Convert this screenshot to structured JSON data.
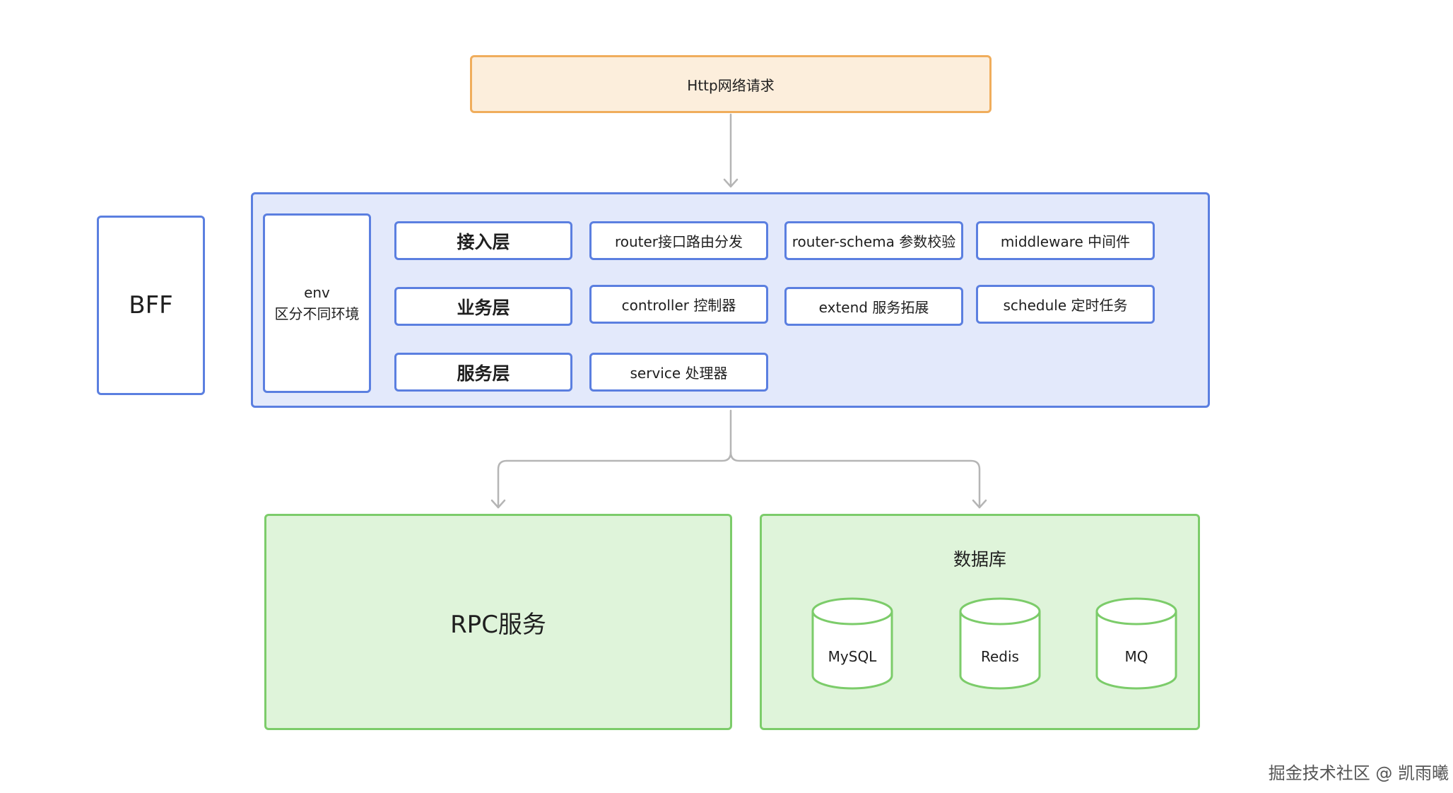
{
  "http_box": {
    "label": "Http网络请求"
  },
  "bff_label": "BFF",
  "env_box": {
    "line1": "env",
    "line2": "区分不同环境"
  },
  "layers": [
    "接入层",
    "业务层",
    "服务层"
  ],
  "modules": {
    "router": "router接口路由分发",
    "router_schema": "router-schema 参数校验",
    "middleware": "middleware 中间件",
    "controller": "controller 控制器",
    "extend": "extend 服务拓展",
    "schedule": "schedule 定时任务",
    "service": "service 处理器"
  },
  "rpc_box": {
    "label": "RPC服务"
  },
  "database": {
    "title": "数据库",
    "items": [
      "MySQL",
      "Redis",
      "MQ"
    ]
  },
  "watermark": "掘金技术社区 @ 凯雨曦",
  "colors": {
    "http_fill": "#fceedc",
    "http_border": "#f0ad5c",
    "bff_fill": "#e3e9fb",
    "bff_border": "#5b7fe0",
    "green_fill": "#dff4da",
    "green_border": "#7ccc6a",
    "connector": "#b5b5b5"
  }
}
